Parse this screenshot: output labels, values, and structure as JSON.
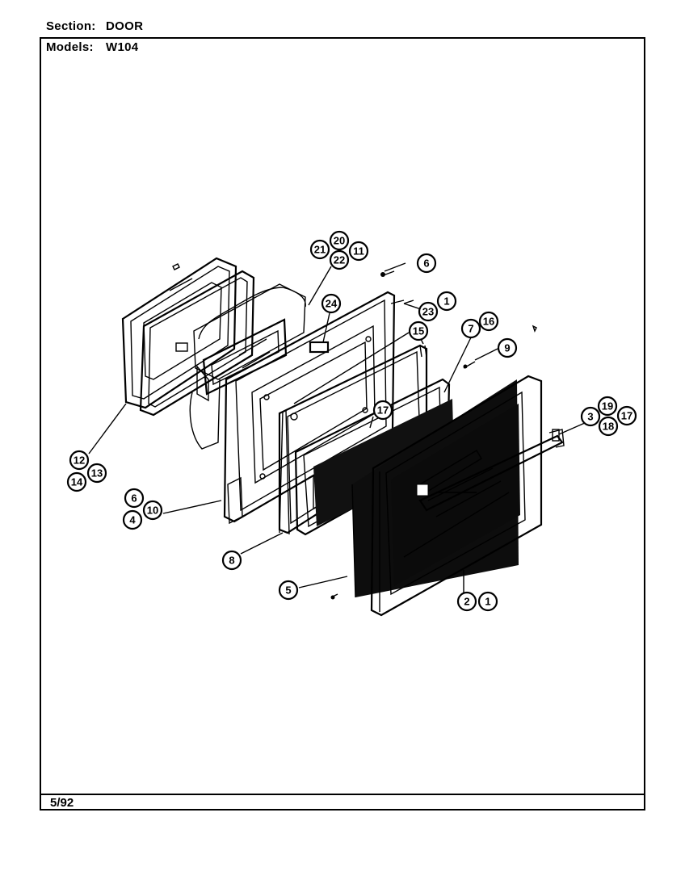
{
  "header": {
    "section_label": "Section:",
    "section_value": "DOOR",
    "models_label": "Models:",
    "models_value": "W104"
  },
  "footer": {
    "date": "5/92"
  },
  "callouts": {
    "c21": "21",
    "c20": "20",
    "c11": "11",
    "c22": "22",
    "c6_top": "6",
    "c1_top": "1",
    "c23": "23",
    "c24": "24",
    "c15": "15",
    "c7": "7",
    "c16": "16",
    "c9": "9",
    "c19": "19",
    "c3": "3",
    "c17_right": "17",
    "c18": "18",
    "c17_mid": "17",
    "c12": "12",
    "c14": "14",
    "c13": "13",
    "c6_left": "6",
    "c4": "4",
    "c10": "10",
    "c8": "8",
    "c5": "5",
    "c2": "2",
    "c1_bottom": "1"
  }
}
